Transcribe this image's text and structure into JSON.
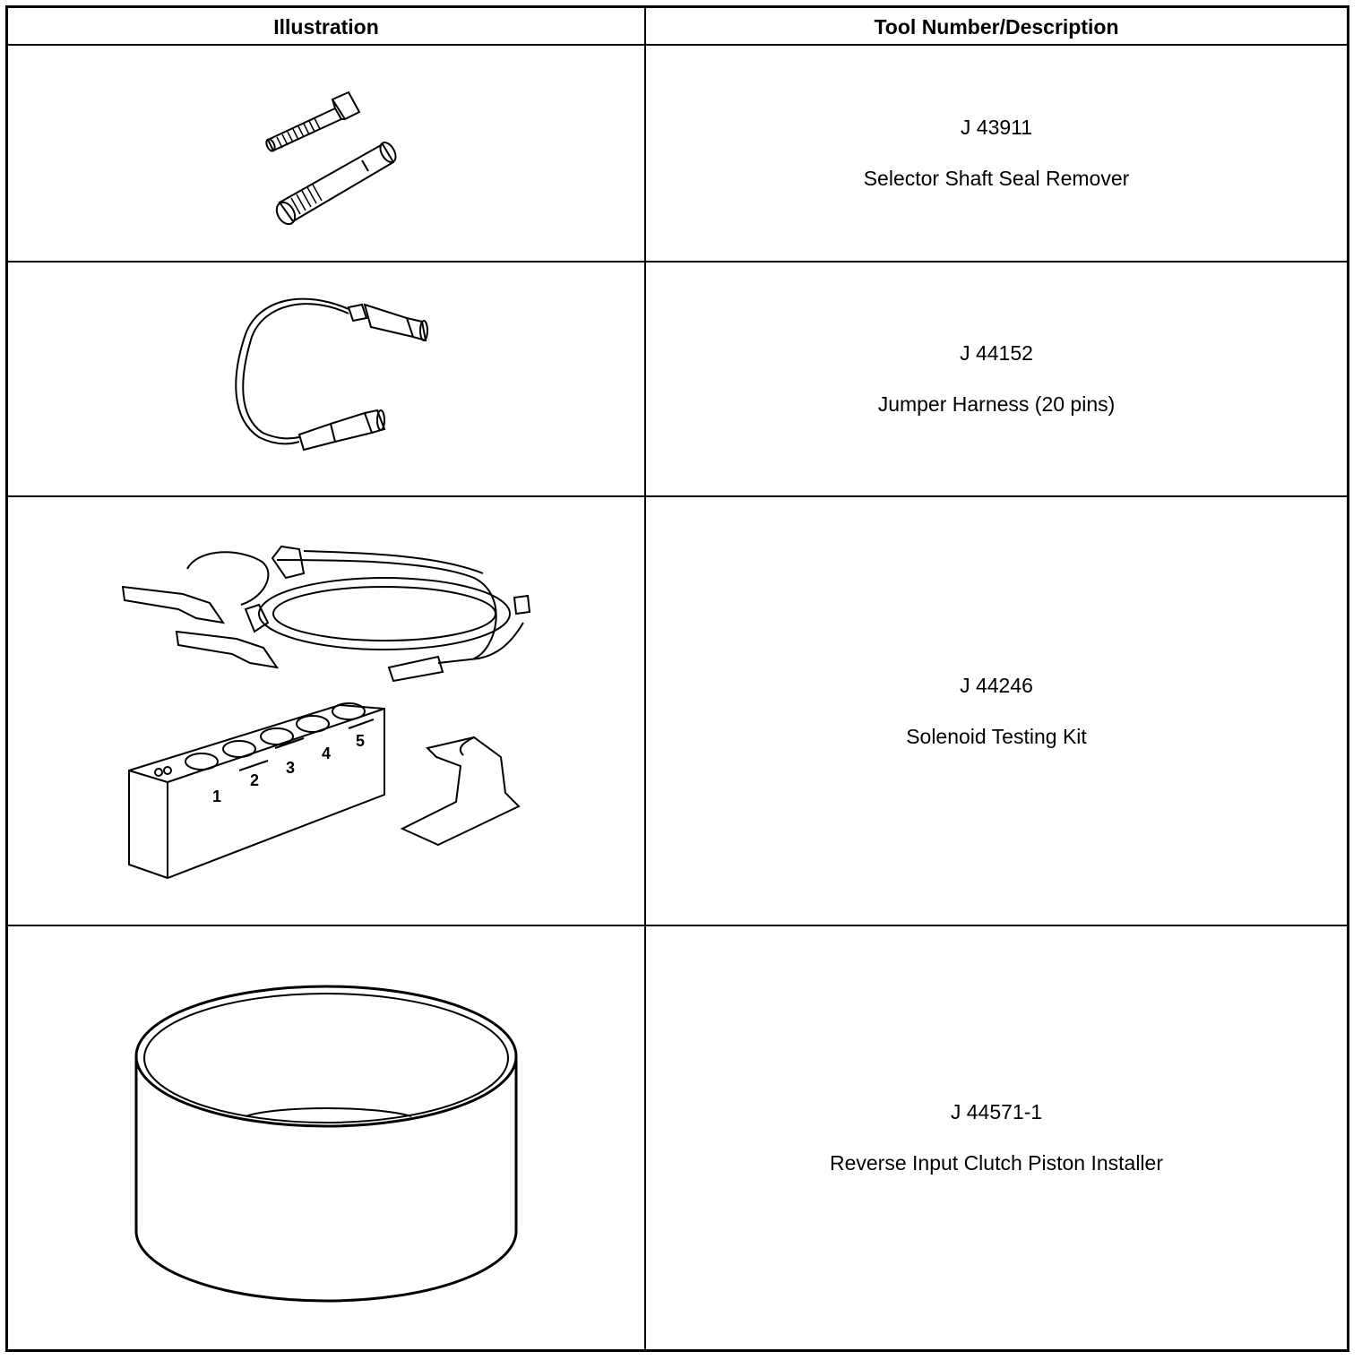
{
  "header": {
    "illustration": "Illustration",
    "tool": "Tool Number/Description"
  },
  "rows": [
    {
      "number": "J 43911",
      "description": "Selector Shaft Seal Remover",
      "icon": "seal-remover-bolt-and-sleeve"
    },
    {
      "number": "J 44152",
      "description": "Jumper Harness (20 pins)",
      "icon": "jumper-harness-cable"
    },
    {
      "number": "J 44246",
      "description": "Solenoid Testing Kit",
      "icon": "solenoid-test-block-with-clips",
      "labels": [
        "1",
        "2",
        "3",
        "4",
        "5"
      ]
    },
    {
      "number": "J 44571-1",
      "description": "Reverse Input Clutch Piston Installer",
      "icon": "piston-installer-ring"
    }
  ]
}
